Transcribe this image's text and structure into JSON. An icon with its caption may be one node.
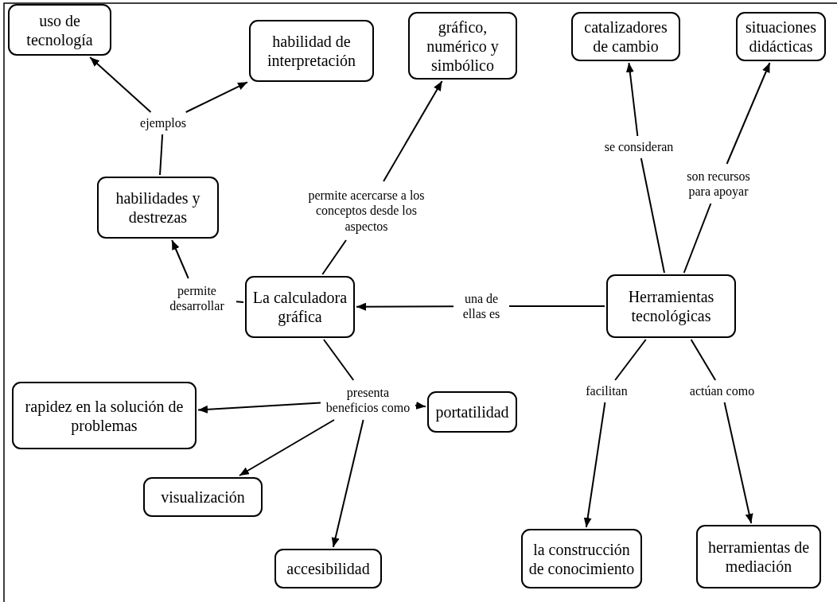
{
  "diagram": {
    "nodes": [
      {
        "text": [
          "uso de tecnología"
        ]
      },
      {
        "text": [
          "habilidad de interpretación"
        ]
      },
      {
        "text": [
          "gráfico, numérico y simbólico"
        ]
      },
      {
        "text": [
          "catalizadores de cambio"
        ]
      },
      {
        "text": [
          "situaciones didácticas"
        ]
      },
      {
        "text": [
          "ejemplos"
        ]
      },
      {
        "text": [
          "se consideran"
        ]
      },
      {
        "text": [
          "son recursos para apoyar"
        ]
      },
      {
        "text": [
          "habilidades y destrezas"
        ]
      },
      {
        "text": [
          "permite acercarse a los conceptos desde los aspectos"
        ]
      },
      {
        "text": [
          "permite desarrollar"
        ]
      },
      {
        "text": [
          "La calculadora gráfica"
        ]
      },
      {
        "text": [
          "una de ellas es"
        ]
      },
      {
        "text": [
          "Herramientas tecnológicas"
        ]
      },
      {
        "text": [
          "rapidez en la solución de problemas"
        ]
      },
      {
        "text": [
          "presenta beneficios como"
        ]
      },
      {
        "text": [
          "portatilidad"
        ]
      },
      {
        "text": [
          "facilitan"
        ]
      },
      {
        "text": [
          "actúan como"
        ]
      },
      {
        "text": [
          "visualización"
        ]
      },
      {
        "text": [
          "la construcción de conocimiento"
        ]
      },
      {
        "text": [
          "herramientas de mediación"
        ]
      },
      {
        "text": [
          "accesibilidad"
        ]
      }
    ],
    "edges": [
      {
        "from": 8,
        "to": 5,
        "arrow": "none"
      },
      {
        "from": 5,
        "to": 0,
        "arrow": "to"
      },
      {
        "from": 5,
        "to": 1,
        "arrow": "to"
      },
      {
        "from": 11,
        "to": 9,
        "arrow": "none"
      },
      {
        "from": 9,
        "to": 2,
        "arrow": "to"
      },
      {
        "from": 11,
        "to": 10,
        "arrow": "none"
      },
      {
        "from": 10,
        "to": 8,
        "arrow": "to"
      },
      {
        "from": 13,
        "to": 12,
        "arrow": "none"
      },
      {
        "from": 12,
        "to": 11,
        "arrow": "to"
      },
      {
        "from": 13,
        "to": 6,
        "arrow": "none"
      },
      {
        "from": 6,
        "to": 3,
        "arrow": "to"
      },
      {
        "from": 13,
        "to": 7,
        "arrow": "none"
      },
      {
        "from": 7,
        "to": 4,
        "arrow": "to"
      },
      {
        "from": 11,
        "to": 15,
        "arrow": "none"
      },
      {
        "from": 15,
        "to": 14,
        "arrow": "to"
      },
      {
        "from": 15,
        "to": 16,
        "arrow": "to"
      },
      {
        "from": 15,
        "to": 19,
        "arrow": "to"
      },
      {
        "from": 15,
        "to": 22,
        "arrow": "to"
      },
      {
        "from": 13,
        "to": 17,
        "arrow": "none"
      },
      {
        "from": 17,
        "to": 20,
        "arrow": "to"
      },
      {
        "from": 13,
        "to": 18,
        "arrow": "none"
      },
      {
        "from": 18,
        "to": 21,
        "arrow": "to"
      }
    ]
  }
}
